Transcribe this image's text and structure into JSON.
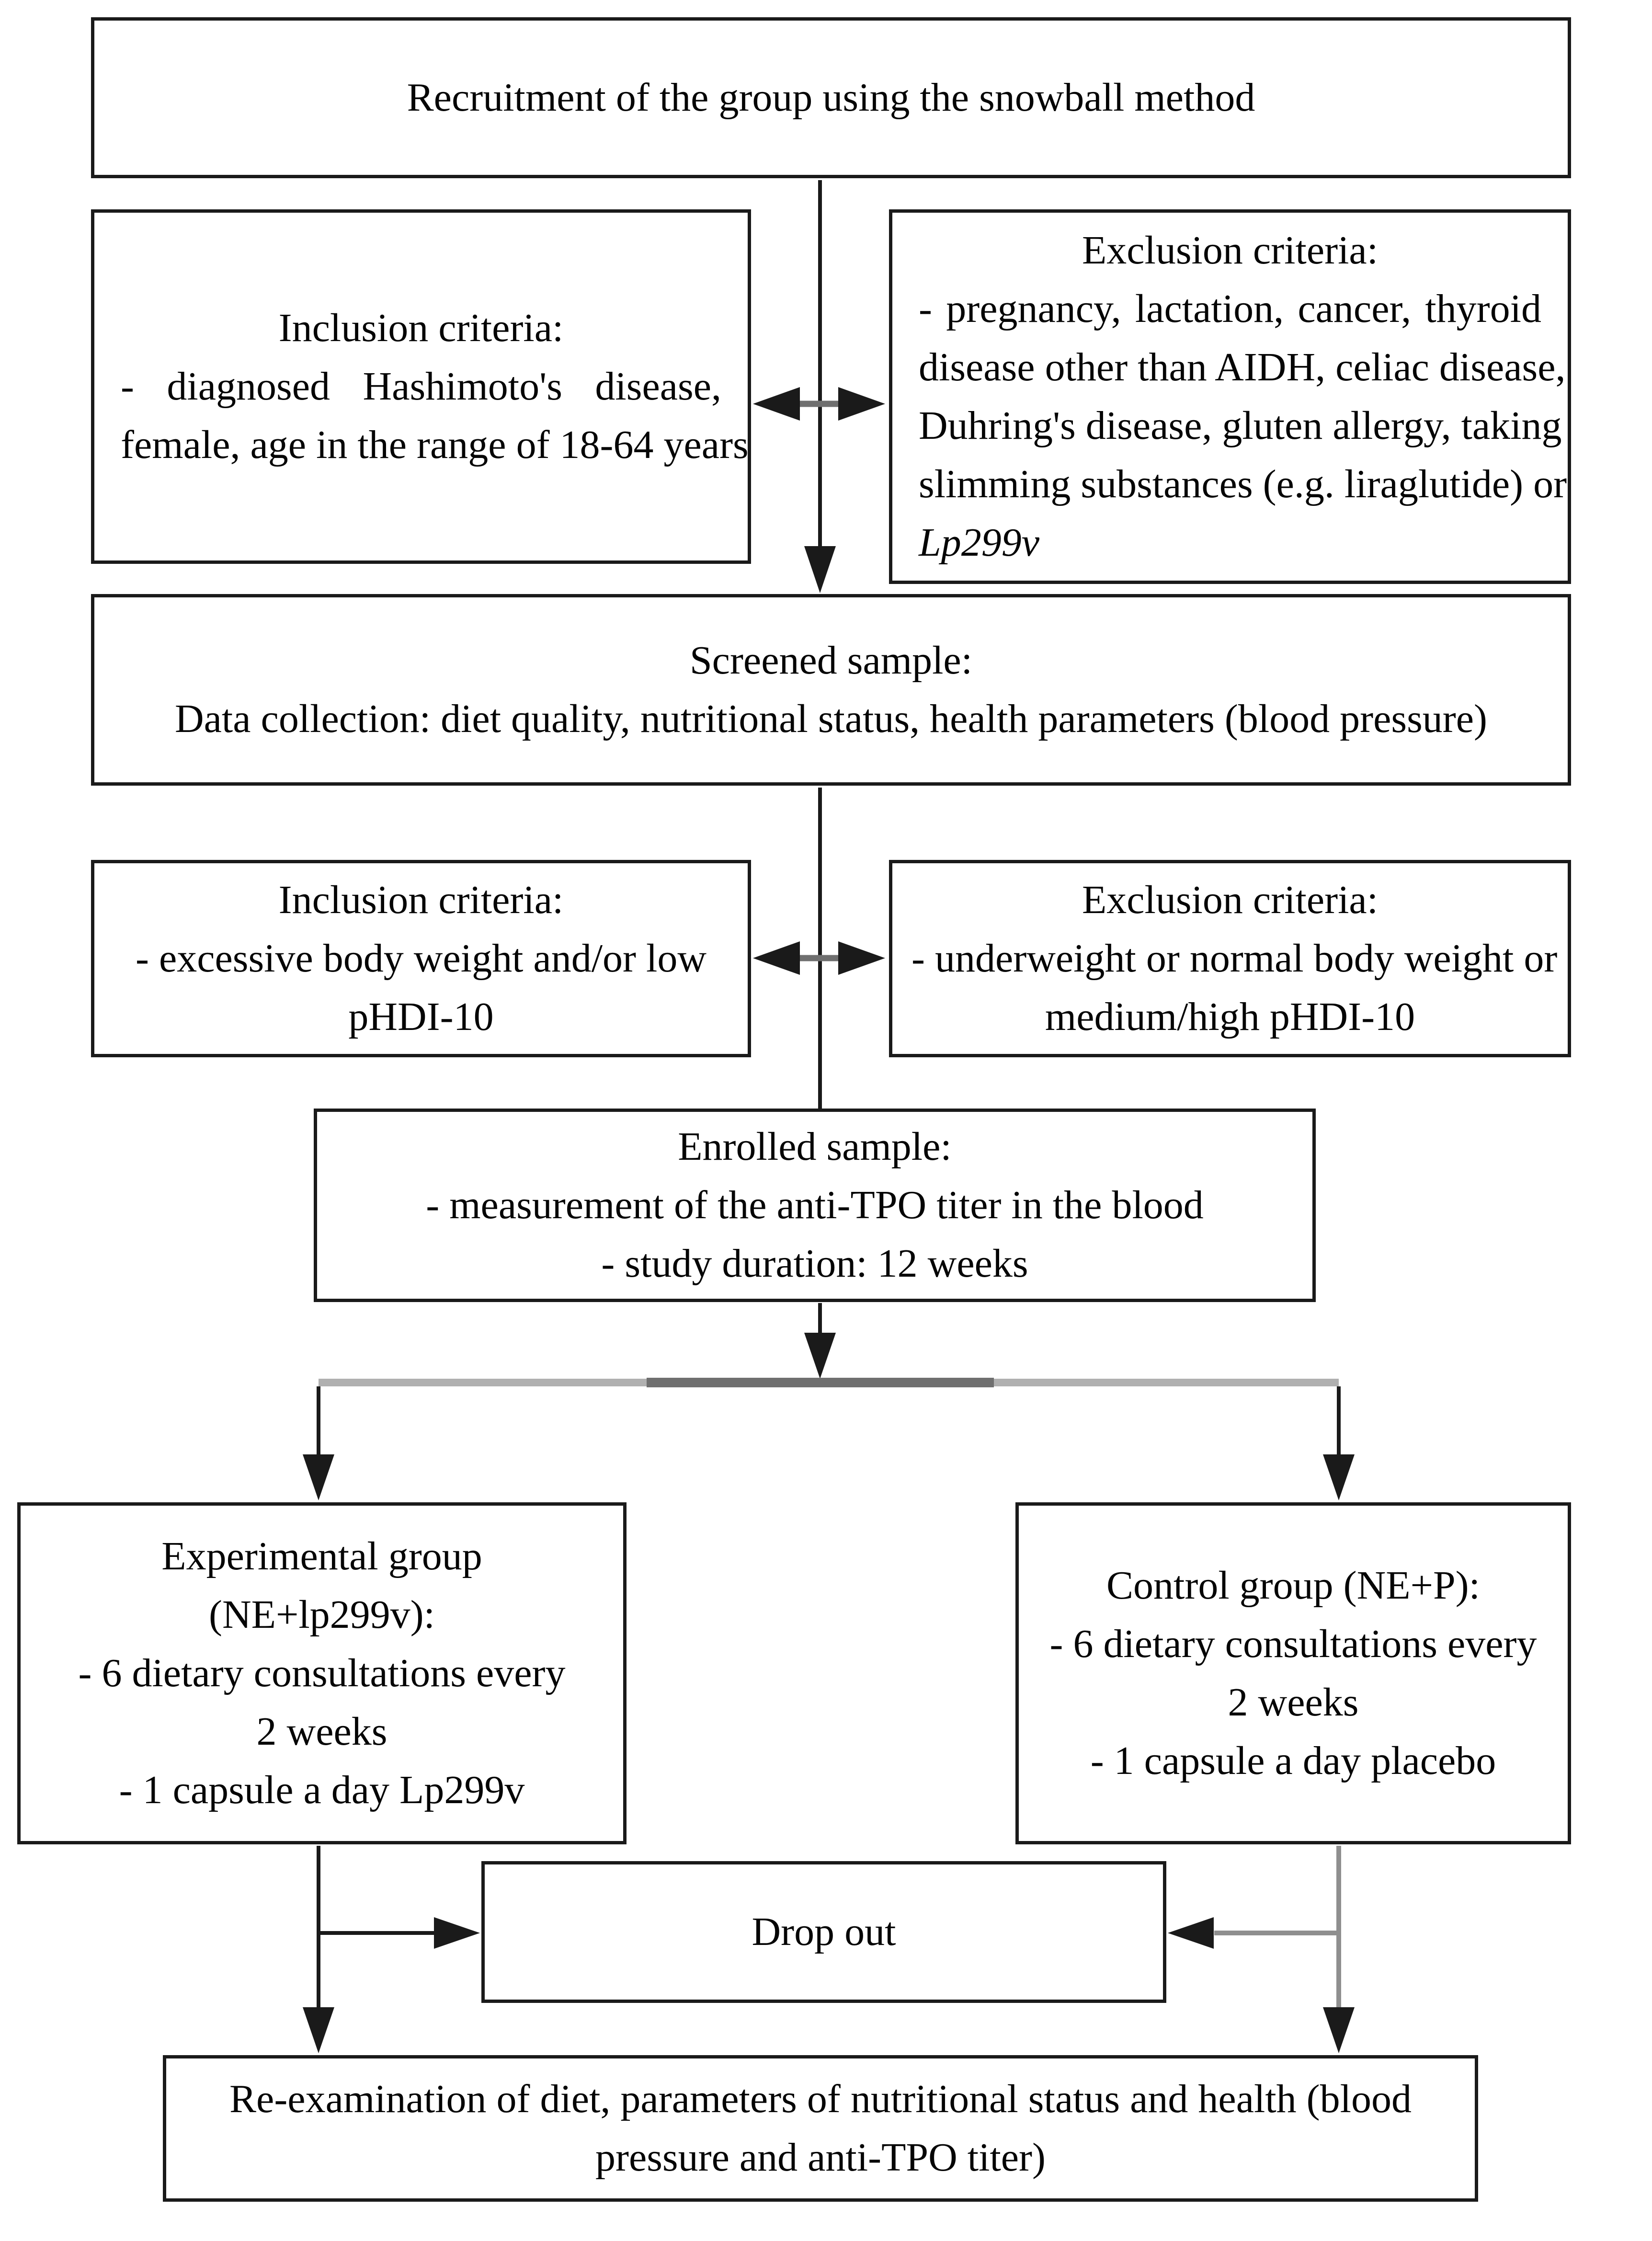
{
  "figure": {
    "type": "study-flow-diagram",
    "colors": {
      "background": "#ffffff",
      "text": "#050505",
      "box_border": "#1a1a1a",
      "line_black": "#1a1a1a",
      "line_gray": "#8f8f8f",
      "branch_gray_light": "#b0b0b0",
      "branch_gray_dark": "#6f6f6f"
    }
  },
  "nodes": {
    "recruitment": {
      "text": "Recruitment of the group using the snowball method"
    },
    "inclusion1": {
      "heading": "Inclusion criteria:",
      "lines": [
        "- diagnosed Hashimoto's disease,",
        "female, age in the range of 18-64 years"
      ]
    },
    "exclusion1": {
      "heading": "Exclusion criteria:",
      "lines": [
        "- pregnancy, lactation, cancer, thyroid",
        "disease other than AIDH, celiac disease,",
        "Duhring's disease, gluten allergy, taking",
        "slimming substances (e.g. liraglutide) or",
        "Lp299v"
      ]
    },
    "screened": {
      "lines": [
        "Screened sample:",
        "Data collection: diet quality, nutritional status, health parameters (blood pressure)"
      ]
    },
    "inclusion2": {
      "heading": "Inclusion criteria:",
      "lines": [
        "- excessive body weight and/or low",
        "pHDI-10"
      ]
    },
    "exclusion2": {
      "heading": "Exclusion criteria:",
      "lines": [
        "- underweight or normal body weight or",
        "medium/high pHDI-10"
      ]
    },
    "enrolled": {
      "lines": [
        "Enrolled sample:",
        "- measurement of the anti-TPO titer in the blood",
        "- study duration: 12 weeks"
      ]
    },
    "experimental": {
      "lines": [
        "Experimental group",
        "(NE+lp299v):",
        "- 6 dietary consultations every",
        "2 weeks",
        "- 1 capsule a day Lp299v"
      ]
    },
    "control": {
      "lines": [
        "Control group (NE+P):",
        "- 6 dietary consultations every",
        "2 weeks",
        "- 1 capsule a day placebo"
      ]
    },
    "dropout": {
      "text": "Drop out"
    },
    "reexamination": {
      "lines": [
        "Re-examination of diet, parameters of nutritional status and health (blood",
        "pressure and anti-TPO titer)"
      ]
    }
  },
  "edges": [
    {
      "from": "recruitment",
      "to": "screened",
      "style": "black-arrow"
    },
    {
      "from": "inclusion1",
      "to": "exclusion1",
      "style": "double-headed-arrow"
    },
    {
      "from": "screened",
      "to": "enrolled",
      "style": "black-line"
    },
    {
      "from": "inclusion2",
      "to": "exclusion2",
      "style": "double-headed-arrow"
    },
    {
      "from": "enrolled",
      "to": "branch-line",
      "style": "black-arrow"
    },
    {
      "from": "branch-line",
      "to": "experimental",
      "style": "black-arrow"
    },
    {
      "from": "branch-line",
      "to": "control",
      "style": "black-arrow"
    },
    {
      "from": "experimental",
      "to": "reexamination",
      "style": "black-arrow"
    },
    {
      "from": "experimental",
      "to": "dropout",
      "style": "black-arrow"
    },
    {
      "from": "control",
      "to": "reexamination",
      "style": "gray-arrow"
    },
    {
      "from": "control",
      "to": "dropout",
      "style": "gray-arrow"
    }
  ]
}
